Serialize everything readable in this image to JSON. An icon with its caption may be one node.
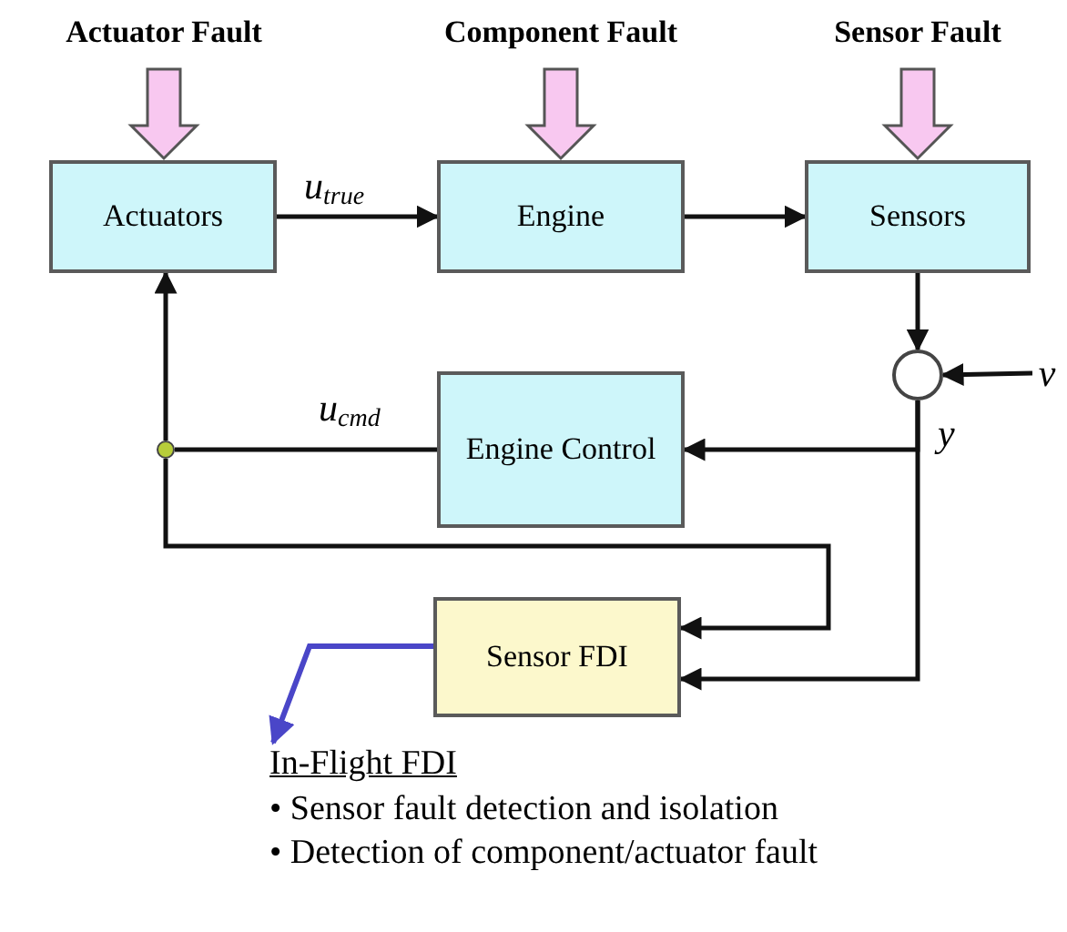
{
  "diagram": {
    "nodes": [
      {
        "text": [
          "Actuator Fault"
        ]
      },
      {
        "text": [
          "Component Fault"
        ]
      },
      {
        "text": [
          "Sensor Fault"
        ]
      },
      {
        "text": [
          "Actuators"
        ]
      },
      {
        "text": [
          "Engine"
        ]
      },
      {
        "text": [
          "Sensors"
        ]
      },
      {
        "text": [],
        "shape": "circle"
      },
      {
        "text": [
          "v"
        ]
      },
      {
        "text": [
          "Engine Control"
        ]
      },
      {
        "text": [],
        "shape": "circle"
      },
      {
        "text": [
          "Sensor FDI"
        ]
      },
      {
        "text": [
          "In-Flight FDI",
          "• Sensor fault detection and isolation",
          "• Detection of component/actuator fault"
        ]
      }
    ],
    "edges": [
      {
        "from": 0,
        "to": 3,
        "arrow": "to",
        "style": "thick",
        "color": "#f8c8f0"
      },
      {
        "from": 1,
        "to": 4,
        "arrow": "to",
        "style": "thick",
        "color": "#f8c8f0"
      },
      {
        "from": 2,
        "to": 5,
        "arrow": "to",
        "style": "thick",
        "color": "#f8c8f0"
      },
      {
        "from": 3,
        "to": 4,
        "arrow": "to",
        "label": "u$_{true}$"
      },
      {
        "from": 4,
        "to": 5,
        "arrow": "to"
      },
      {
        "from": 5,
        "to": 6,
        "arrow": "to"
      },
      {
        "from": 7,
        "to": 6,
        "arrow": "to"
      },
      {
        "from": 6,
        "to": 8,
        "arrow": "to",
        "label": "y"
      },
      {
        "from": 8,
        "to": 9,
        "arrow": "none",
        "label": "u$_{cmd}$"
      },
      {
        "from": 9,
        "to": 3,
        "arrow": "to"
      },
      {
        "from": 9,
        "to": 10,
        "arrow": "to"
      },
      {
        "from": 6,
        "to": 10,
        "arrow": "to"
      },
      {
        "from": 10,
        "to": 11,
        "arrow": "to",
        "color": "#4a46c8"
      }
    ]
  }
}
